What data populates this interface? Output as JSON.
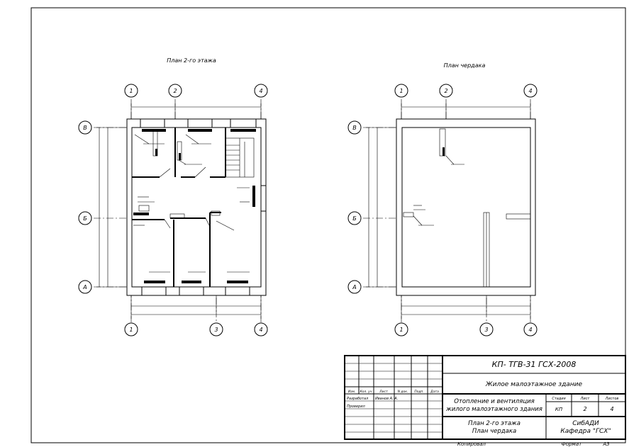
{
  "plans": {
    "floor2": {
      "title": "План 2-го этажа"
    },
    "attic": {
      "title": "План чердака"
    }
  },
  "axes": {
    "floor2": {
      "top": [
        "1",
        "2",
        "4"
      ],
      "bottom": [
        "1",
        "3",
        "4"
      ],
      "left": [
        "В",
        "Б",
        "А"
      ]
    },
    "attic": {
      "top": [
        "1",
        "2",
        "4"
      ],
      "bottom": [
        "1",
        "3",
        "4"
      ],
      "left": [
        "В",
        "Б",
        "А"
      ]
    }
  },
  "title_block": {
    "code": "КП- ТГВ-31 ГСХ-2008",
    "building": "Жилое малоэтажное здание",
    "project_line1": "Отопление и вентиляция",
    "project_line2": "жилого малоэтажного здания",
    "sheet_line1": "План 2-го этажа",
    "sheet_line2": "План чердака",
    "org_line1": "СибАДИ",
    "org_line2": "Кафедра \"ГСХ\"",
    "headers": {
      "izm": "Изм.",
      "kol": "Кол. уч",
      "list": "Лист",
      "ndok": "N док.",
      "podp": "Подп.",
      "data": "Дата"
    },
    "roles": {
      "razrab": "Разработал",
      "prover": "Проверил"
    },
    "author": "Иванов А. А.",
    "stage_hdr": "Стадия",
    "list_hdr": "Лист",
    "sheets_hdr": "Листов",
    "stage": "КП",
    "list": "2",
    "sheets": "4"
  },
  "footer": {
    "copied": "Копировал",
    "format_label": "Формат",
    "format": "А3"
  }
}
